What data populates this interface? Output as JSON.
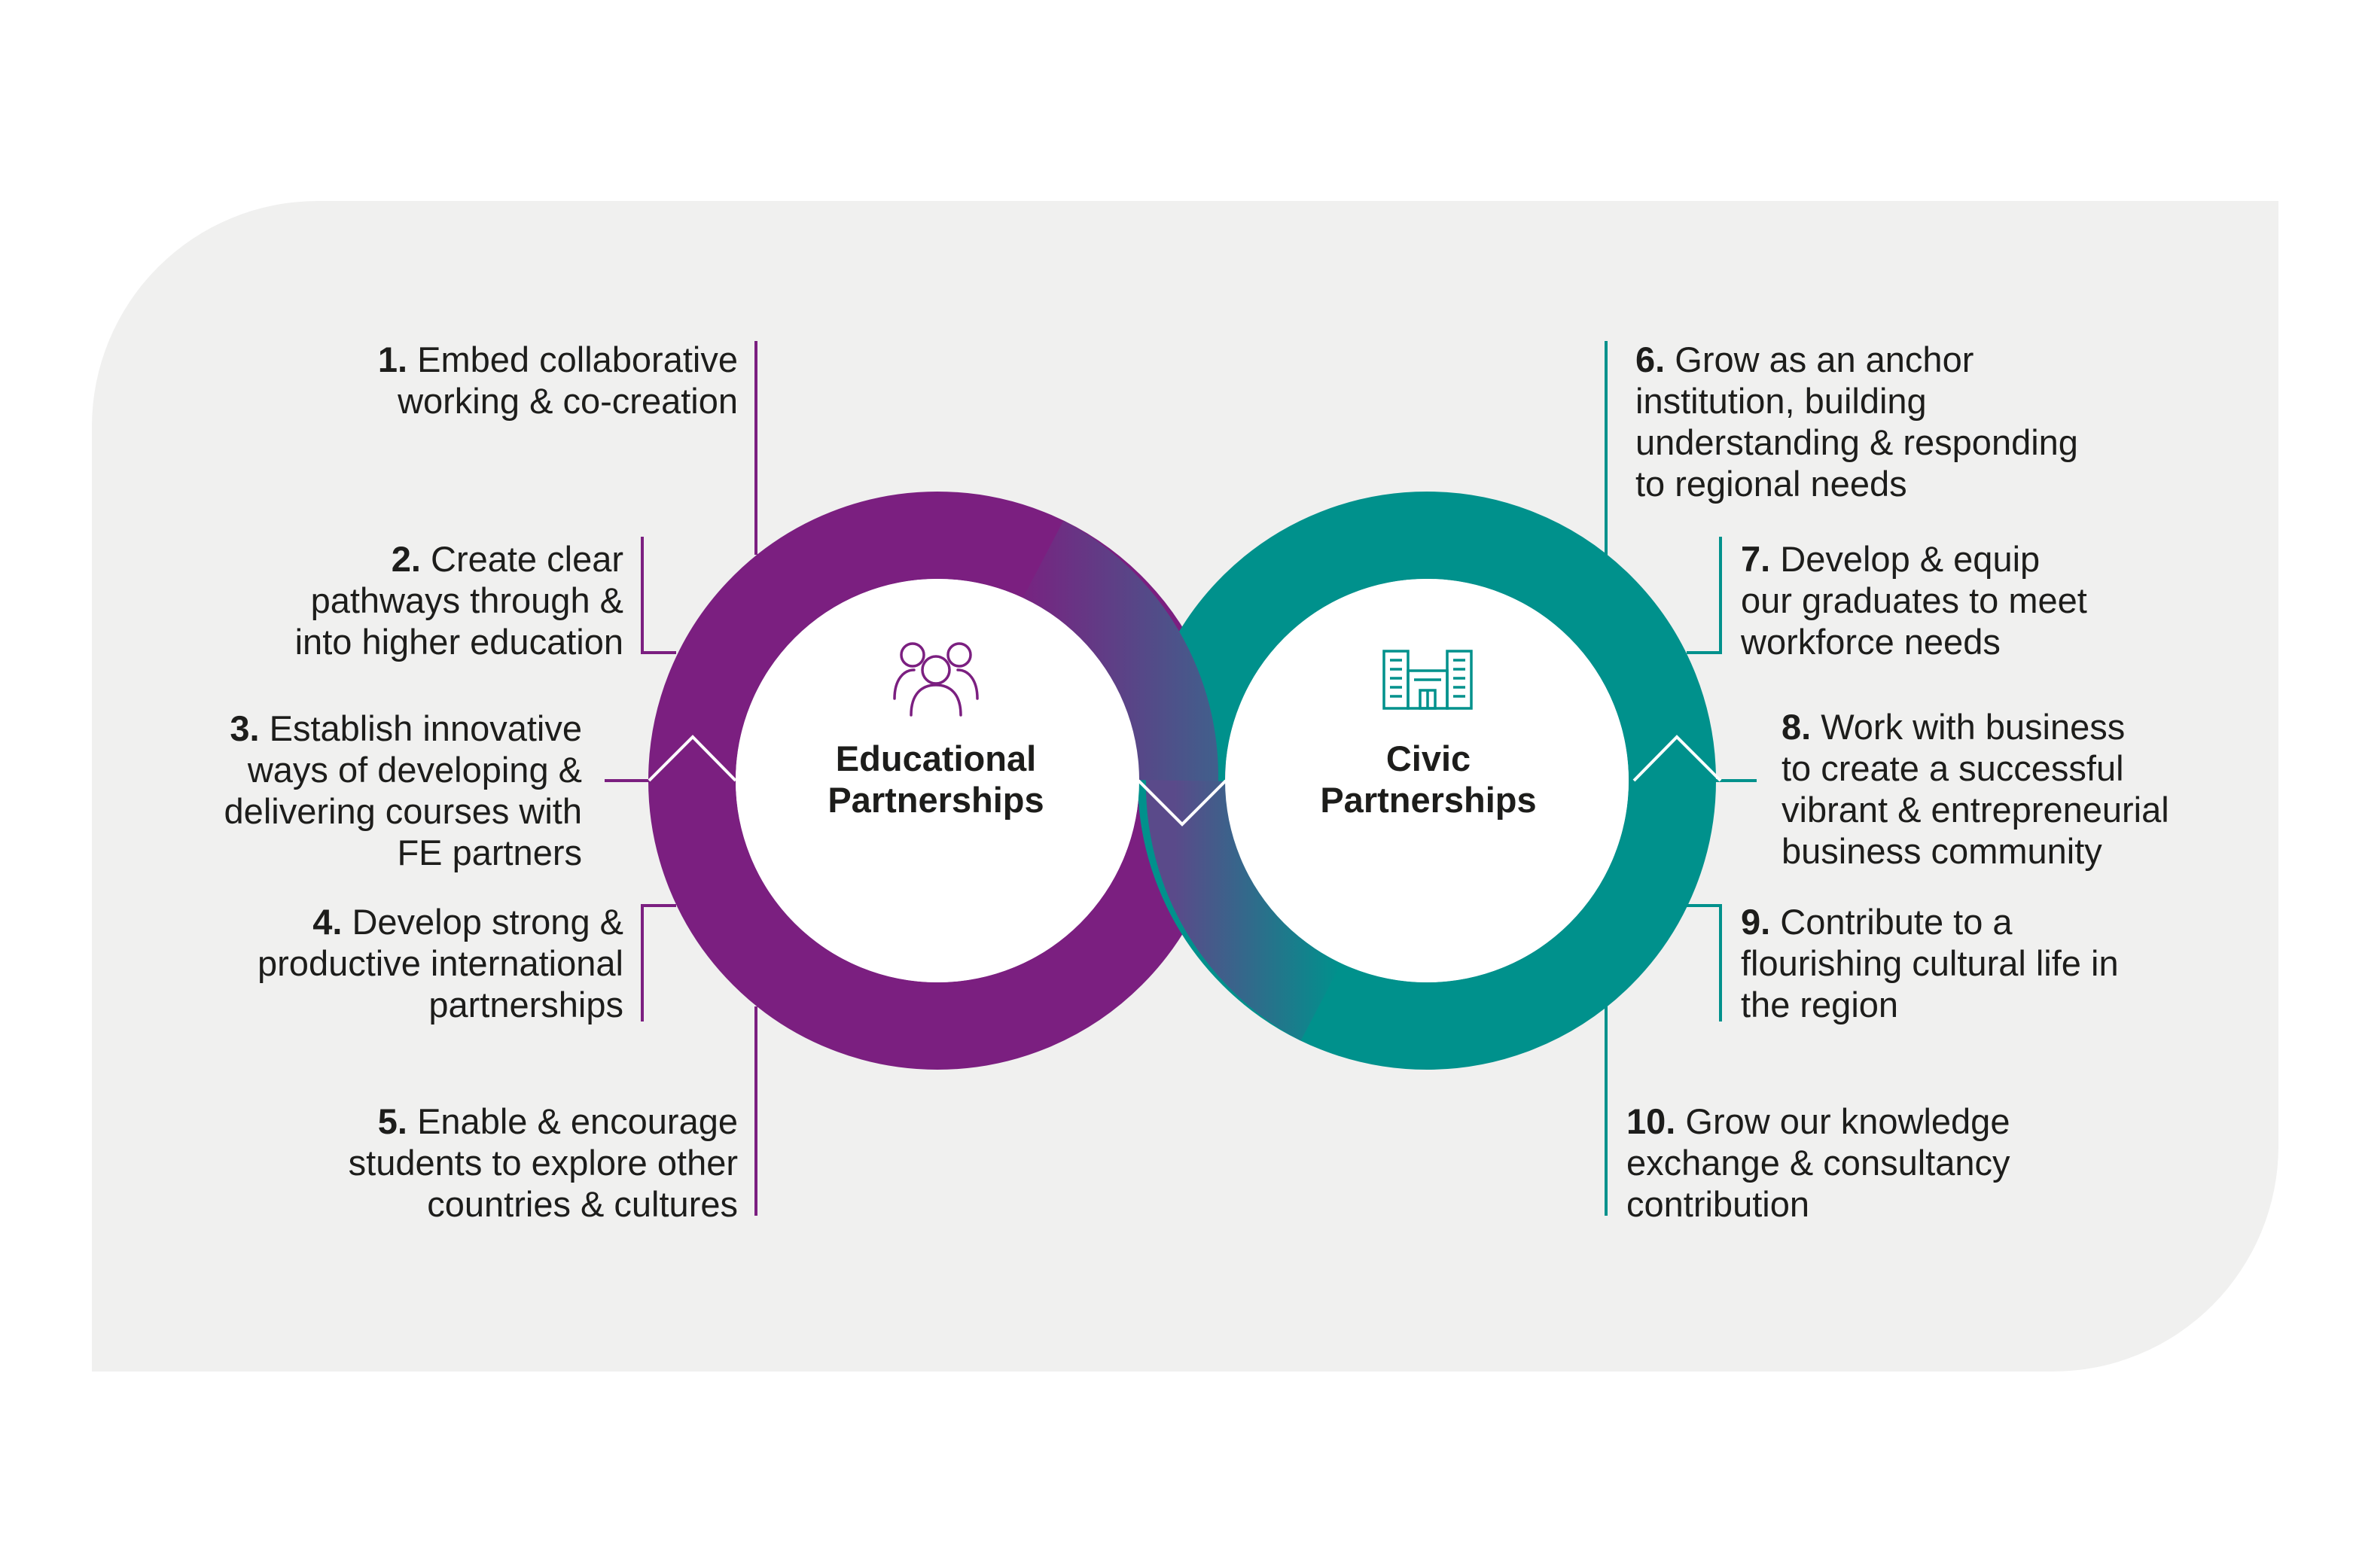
{
  "colors": {
    "purple": "#7b1f80",
    "teal": "#00918c",
    "panel": "#f0f0ef",
    "text": "#1d1d1b"
  },
  "hubs": {
    "educational": {
      "line1": "Educational",
      "line2": "Partnerships",
      "icon": "people-group-icon"
    },
    "civic": {
      "line1": "Civic",
      "line2": "Partnerships",
      "icon": "city-buildings-icon"
    }
  },
  "goals": [
    {
      "num": "1.",
      "lines": [
        "Embed collaborative",
        "working & co-creation"
      ]
    },
    {
      "num": "2.",
      "lines": [
        "Create clear",
        "pathways through &",
        "into higher education"
      ]
    },
    {
      "num": "3.",
      "lines": [
        "Establish innovative",
        "ways of developing &",
        "delivering courses with",
        "FE partners"
      ]
    },
    {
      "num": "4.",
      "lines": [
        "Develop strong &",
        "productive international",
        "partnerships"
      ]
    },
    {
      "num": "5.",
      "lines": [
        "Enable & encourage",
        "students to explore other",
        "countries & cultures"
      ]
    },
    {
      "num": "6.",
      "lines": [
        "Grow as an anchor",
        "institution, building",
        "understanding & responding",
        "to regional needs"
      ]
    },
    {
      "num": "7.",
      "lines": [
        "Develop & equip",
        "our graduates to meet",
        "workforce needs"
      ]
    },
    {
      "num": "8.",
      "lines": [
        "Work with business",
        "to create a successful",
        "vibrant & entrepreneurial",
        "business community"
      ]
    },
    {
      "num": "9.",
      "lines": [
        "Contribute to a",
        "flourishing cultural life in",
        "the region"
      ]
    },
    {
      "num": "10.",
      "lines": [
        "Grow our knowledge",
        "exchange & consultancy",
        "contribution"
      ]
    }
  ]
}
